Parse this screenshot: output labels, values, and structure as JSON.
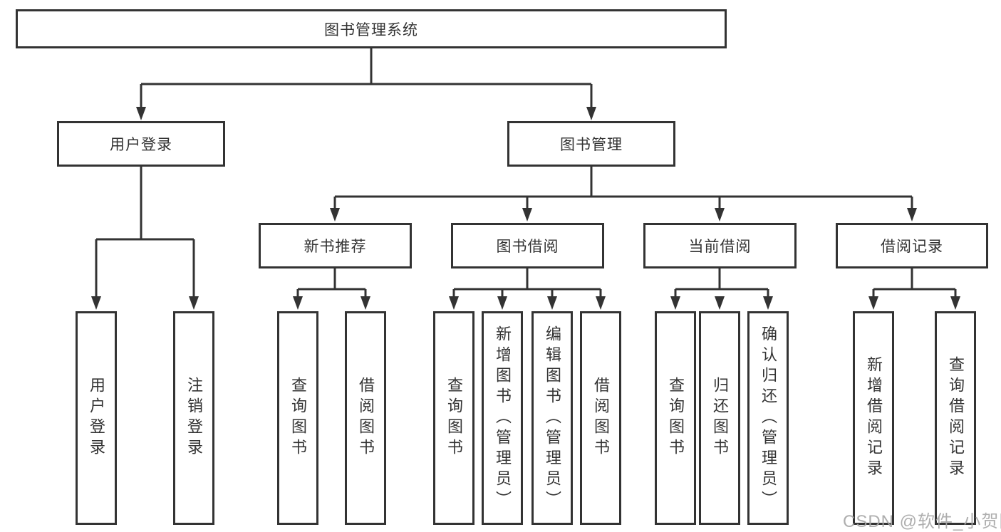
{
  "colors": {
    "line": "#333333",
    "box_border": "#333333",
    "text": "#333333",
    "background": "#ffffff",
    "watermark": "#a5a5a5"
  },
  "tree": {
    "root": {
      "label": "图书管理系统",
      "children": [
        {
          "label": "用户登录",
          "children": [
            {
              "label": "用户登录"
            },
            {
              "label": "注销登录"
            }
          ]
        },
        {
          "label": "图书管理",
          "children": [
            {
              "label": "新书推荐",
              "children": [
                {
                  "label": "查询图书"
                },
                {
                  "label": "借阅图书"
                }
              ]
            },
            {
              "label": "图书借阅",
              "children": [
                {
                  "label": "查询图书"
                },
                {
                  "label": "新增图书（管理员）"
                },
                {
                  "label": "编辑图书（管理员）"
                },
                {
                  "label": "借阅图书"
                }
              ]
            },
            {
              "label": "当前借阅",
              "children": [
                {
                  "label": "查询图书"
                },
                {
                  "label": "归还图书"
                },
                {
                  "label": "确认归还（管理员）"
                }
              ]
            },
            {
              "label": "借阅记录",
              "children": [
                {
                  "label": "新增借阅记录"
                },
                {
                  "label": "查询借阅记录"
                }
              ]
            }
          ]
        }
      ]
    }
  },
  "watermark": {
    "text": "CSDN @软件_小贺同学"
  }
}
